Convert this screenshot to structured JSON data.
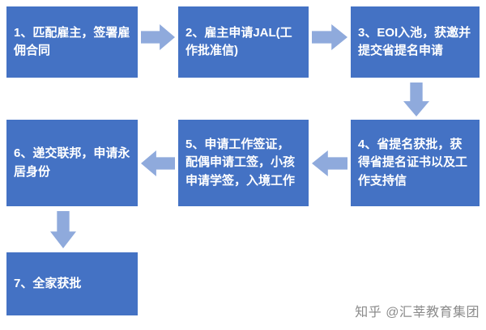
{
  "diagram": {
    "title": "Immigration process flowchart (7 steps)",
    "steps": [
      {
        "id": 1,
        "label": "1、匹配雇主，签署雇佣合同"
      },
      {
        "id": 2,
        "label": "2、雇主申请JAL(工作批准信)"
      },
      {
        "id": 3,
        "label": "3、EOI入池，获邀并提交省提名申请"
      },
      {
        "id": 4,
        "label": "4、省提名获批，获得省提名证书以及工作支持信"
      },
      {
        "id": 5,
        "label": "5、申请工作签证，配偶申请工签，小孩申请学签，入境工作"
      },
      {
        "id": 6,
        "label": "6、递交联邦，申请永居身份"
      },
      {
        "id": 7,
        "label": "7、全家获批"
      }
    ],
    "flow": "1→2→3↓4←5←6↓7",
    "colors": {
      "box_fill": "#4472C4",
      "box_text": "#FFFFFF",
      "arrow_fill": "#8FAADC",
      "background": "#FFFFFF",
      "watermark_text": "#8B8B8B"
    }
  },
  "watermark": {
    "text": "知乎 @汇莘教育集团"
  }
}
